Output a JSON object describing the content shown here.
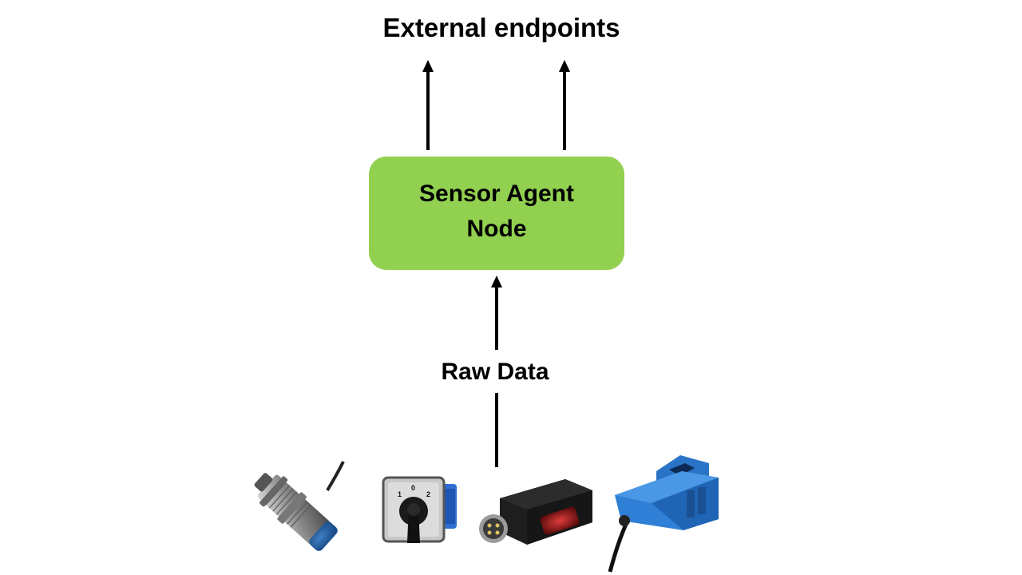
{
  "diagram": {
    "top_label": "External endpoints",
    "node": {
      "line1": "Sensor Agent",
      "line2": "Node",
      "fill_color": "#92d050"
    },
    "input_label": "Raw Data",
    "switch_positions": [
      "1",
      "0",
      "2"
    ],
    "sensors": [
      {
        "icon": "inductive-proximity-sensor-icon"
      },
      {
        "icon": "rotary-cam-switch-icon"
      },
      {
        "icon": "photoelectric-sensor-icon"
      },
      {
        "icon": "split-core-current-transformer-icon"
      }
    ]
  }
}
